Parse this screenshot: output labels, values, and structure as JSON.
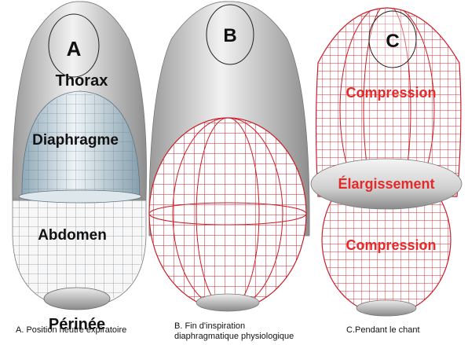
{
  "panels": [
    {
      "letter": "A",
      "labels": {
        "top": "Thorax",
        "middle": "Diaphragme",
        "lower": "Abdomen",
        "bottom": "Périnée"
      },
      "caption": "A. Position neutre  expiratoire"
    },
    {
      "letter": "B",
      "caption_line1": "B. Fin d'inspiration",
      "caption_line2": "diaphragmatique physiologique"
    },
    {
      "letter": "C",
      "labels": {
        "upper": "Compression",
        "ring": "Élargissement",
        "lower": "Compression"
      },
      "caption": "C.Pendant le chant"
    }
  ],
  "colors": {
    "grey_shell": "#c9c9c9",
    "grid_grey": "#7d8790",
    "grid_red": "#d21f2c",
    "red_text": "#e22a2a"
  }
}
